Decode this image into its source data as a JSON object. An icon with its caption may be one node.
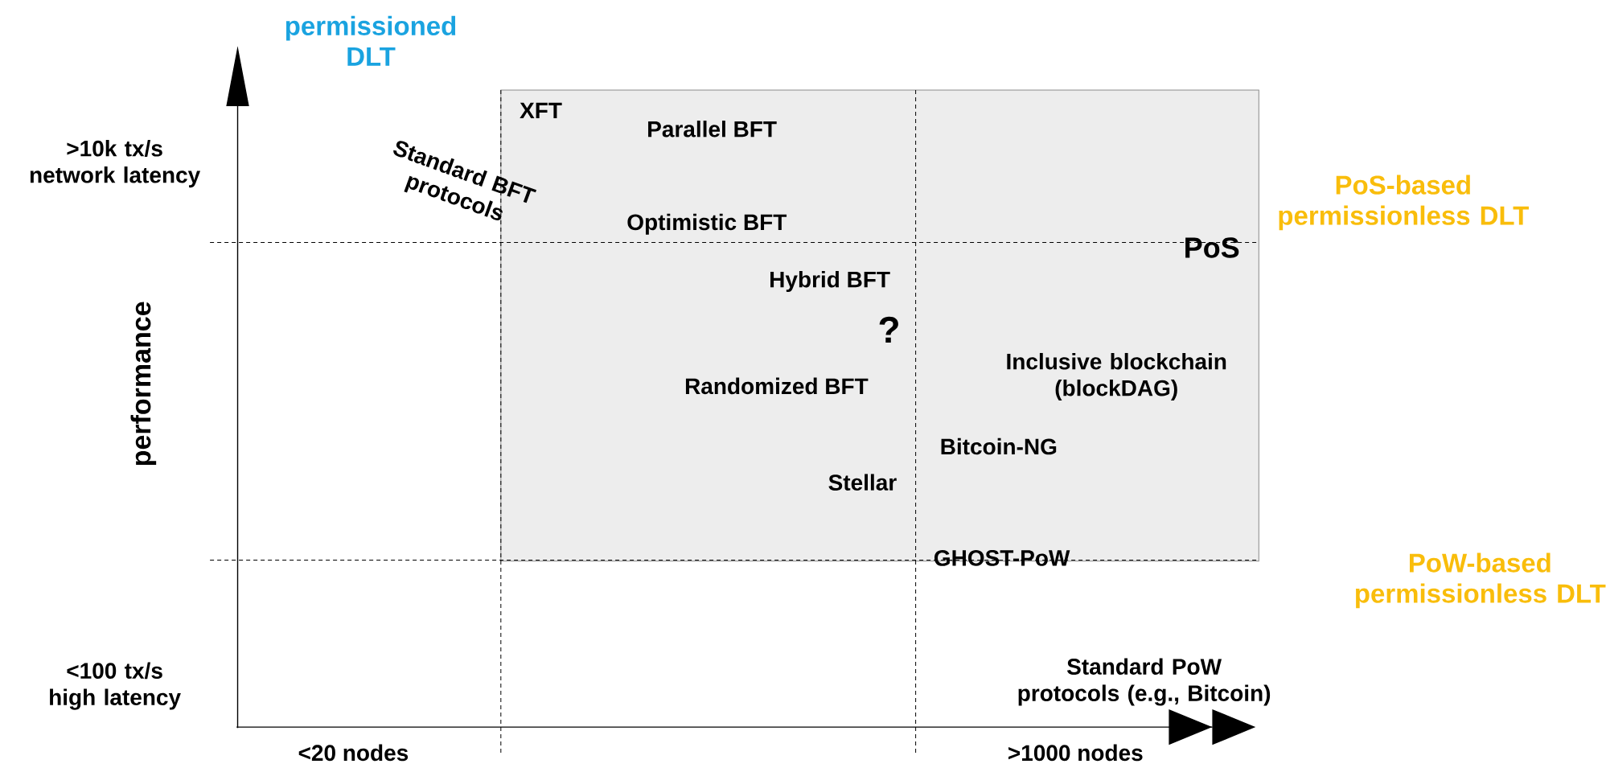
{
  "diagram": {
    "labels": [
      "permissioned DLT",
      ">10k tx/s network latency",
      "Standard BFT protocols",
      "XFT",
      "Parallel BFT",
      "PoS-based permissionless DLT",
      "Optimistic BFT",
      "PoS",
      "performance",
      "Hybrid BFT",
      "?",
      "Inclusive blockchain (blockDAG)",
      "Randomized BFT",
      "Bitcoin-NG",
      "Stellar",
      "GHOST-PoW",
      "PoW-based permissionless DLT",
      "<100 tx/s high latency",
      "Standard PoW protocols (e.g., Bitcoin)",
      "<20 nodes",
      ">1000 nodes"
    ]
  }
}
